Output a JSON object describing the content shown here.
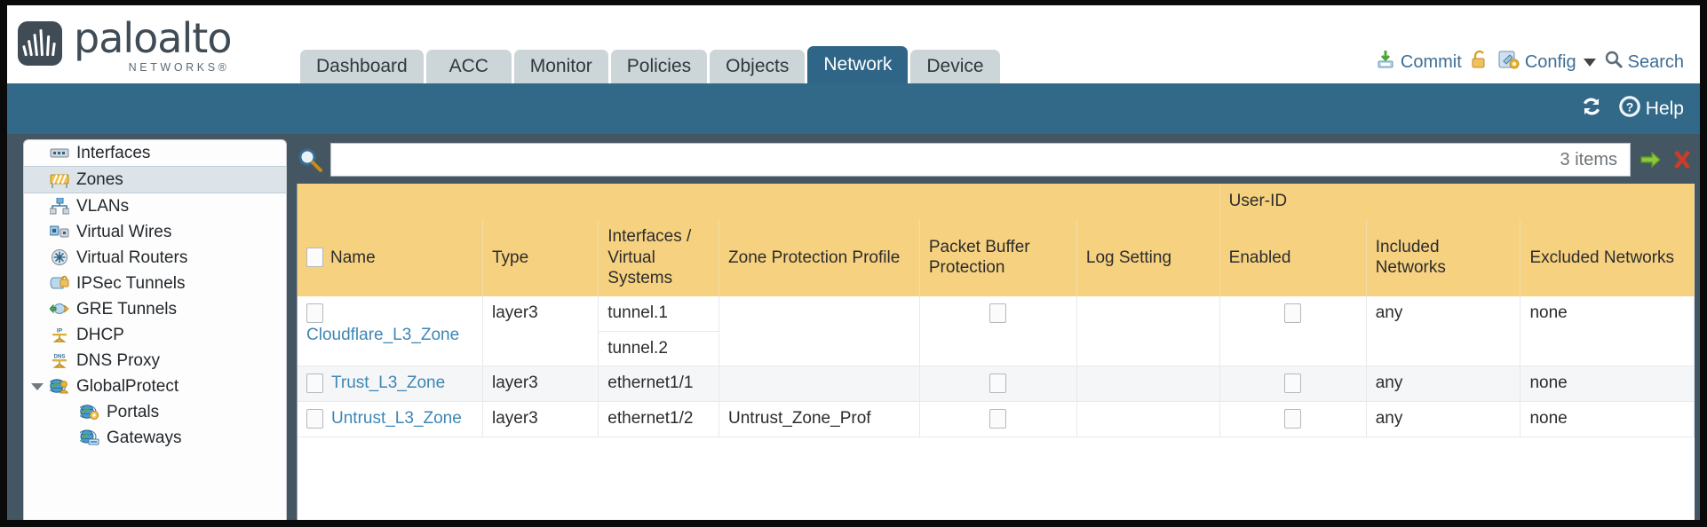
{
  "brand": {
    "name": "paloalto",
    "tagline": "NETWORKS®"
  },
  "tabs": [
    {
      "label": "Dashboard",
      "active": false
    },
    {
      "label": "ACC",
      "active": false
    },
    {
      "label": "Monitor",
      "active": false
    },
    {
      "label": "Policies",
      "active": false
    },
    {
      "label": "Objects",
      "active": false
    },
    {
      "label": "Network",
      "active": true
    },
    {
      "label": "Device",
      "active": false
    }
  ],
  "header_tools": {
    "commit": "Commit",
    "lock": "",
    "config": "Config",
    "search": "Search"
  },
  "sub_toolbar": {
    "refresh": "",
    "help": "Help"
  },
  "search": {
    "value": "",
    "placeholder": "",
    "item_count": "3 items"
  },
  "sidebar": {
    "items": [
      {
        "label": "Interfaces",
        "icon": "interfaces-icon",
        "selected": false,
        "dot": true,
        "child": false,
        "tree": false
      },
      {
        "label": "Zones",
        "icon": "zones-icon",
        "selected": true,
        "dot": true,
        "child": false,
        "tree": false
      },
      {
        "label": "VLANs",
        "icon": "vlans-icon",
        "selected": false,
        "dot": false,
        "child": false,
        "tree": false
      },
      {
        "label": "Virtual Wires",
        "icon": "virtual-wires-icon",
        "selected": false,
        "dot": false,
        "child": false,
        "tree": false
      },
      {
        "label": "Virtual Routers",
        "icon": "virtual-routers-icon",
        "selected": false,
        "dot": true,
        "child": false,
        "tree": false
      },
      {
        "label": "IPSec Tunnels",
        "icon": "ipsec-tunnels-icon",
        "selected": false,
        "dot": true,
        "child": false,
        "tree": false
      },
      {
        "label": "GRE Tunnels",
        "icon": "gre-tunnels-icon",
        "selected": false,
        "dot": false,
        "child": false,
        "tree": false
      },
      {
        "label": "DHCP",
        "icon": "dhcp-icon",
        "selected": false,
        "dot": true,
        "child": false,
        "tree": false
      },
      {
        "label": "DNS Proxy",
        "icon": "dns-proxy-icon",
        "selected": false,
        "dot": true,
        "child": false,
        "tree": false
      },
      {
        "label": "GlobalProtect",
        "icon": "globalprotect-icon",
        "selected": false,
        "dot": false,
        "child": false,
        "tree": true
      },
      {
        "label": "Portals",
        "icon": "portals-icon",
        "selected": false,
        "dot": false,
        "child": true,
        "tree": false
      },
      {
        "label": "Gateways",
        "icon": "gateways-icon",
        "selected": false,
        "dot": false,
        "child": true,
        "tree": false
      }
    ]
  },
  "table": {
    "group_header": {
      "label": "User-ID",
      "spans": [
        "Enabled",
        "Included Networks",
        "Excluded Networks"
      ]
    },
    "columns": [
      "Name",
      "Type",
      "Interfaces / Virtual Systems",
      "Zone Protection Profile",
      "Packet Buffer Protection",
      "Log Setting",
      "Enabled",
      "Included Networks",
      "Excluded Networks"
    ],
    "rows": [
      {
        "selected": false,
        "name": "Cloudflare_L3_Zone",
        "type": "layer3",
        "interfaces": [
          "tunnel.1",
          "tunnel.2"
        ],
        "zone_protection_profile": "",
        "packet_buffer_protection": false,
        "log_setting": "",
        "userid_enabled": false,
        "included_networks": "any",
        "excluded_networks": "none"
      },
      {
        "selected": false,
        "name": "Trust_L3_Zone",
        "type": "layer3",
        "interfaces": [
          "ethernet1/1"
        ],
        "zone_protection_profile": "",
        "packet_buffer_protection": false,
        "log_setting": "",
        "userid_enabled": false,
        "included_networks": "any",
        "excluded_networks": "none"
      },
      {
        "selected": false,
        "name": "Untrust_L3_Zone",
        "type": "layer3",
        "interfaces": [
          "ethernet1/2"
        ],
        "zone_protection_profile": "Untrust_Zone_Prof",
        "packet_buffer_protection": false,
        "log_setting": "",
        "userid_enabled": false,
        "included_networks": "any",
        "excluded_networks": "none"
      }
    ]
  },
  "colors": {
    "brand_dark": "#3f4b55",
    "tab_active": "#2f6587",
    "tab_inactive": "#ccd5d8",
    "band": "#336988",
    "stage": "#455663",
    "header_amber": "#f6d180",
    "group_amber": "#e0ae46",
    "link": "#3e86b5"
  }
}
